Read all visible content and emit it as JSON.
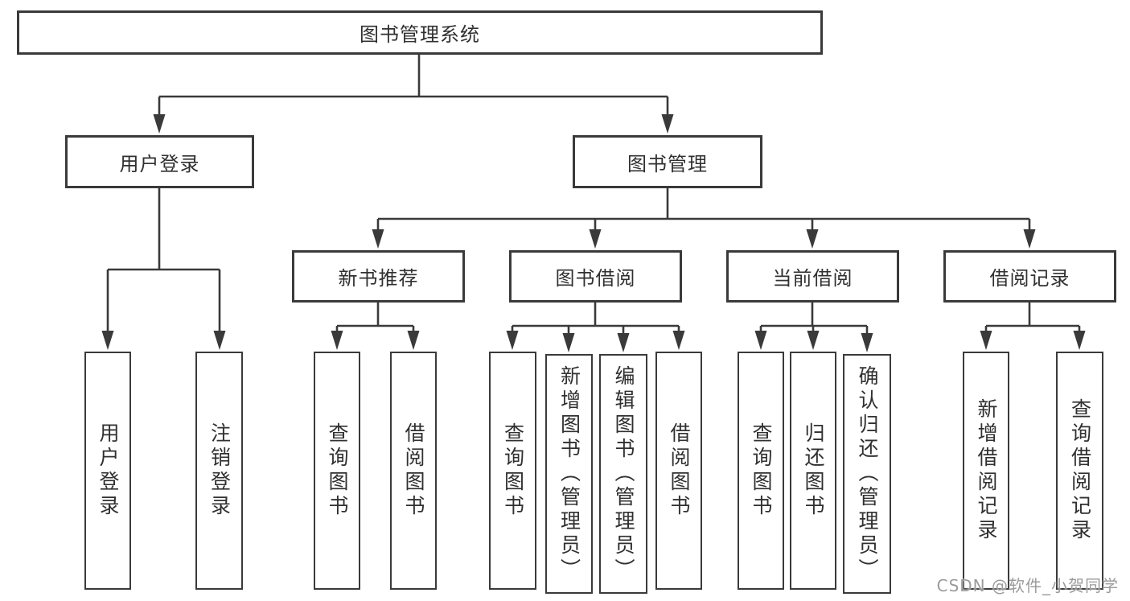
{
  "colors": {
    "line": "#3a3a3a",
    "box_border": "#3a3a3a",
    "box_background": "#ffffff",
    "text": "#303030",
    "watermark": "#9b9b9b",
    "background": "#ffffff"
  },
  "watermark": {
    "text": "CSDN @软件_小贺同学"
  },
  "diagram": {
    "type": "hierarchy-tree",
    "title": "图书管理系统",
    "nodes": [
      {
        "id": "root",
        "label": "图书管理系统",
        "level": 1,
        "parent": null
      },
      {
        "id": "user-login",
        "label": "用户登录",
        "level": 2,
        "parent": "root"
      },
      {
        "id": "book-mgmt",
        "label": "图书管理",
        "level": 2,
        "parent": "root"
      },
      {
        "id": "new-book-rec",
        "label": "新书推荐",
        "level": 3,
        "parent": "book-mgmt"
      },
      {
        "id": "book-borrow",
        "label": "图书借阅",
        "level": 3,
        "parent": "book-mgmt"
      },
      {
        "id": "current-borrow",
        "label": "当前借阅",
        "level": 3,
        "parent": "book-mgmt"
      },
      {
        "id": "borrow-records",
        "label": "借阅记录",
        "level": 3,
        "parent": "book-mgmt"
      },
      {
        "id": "leaf-user-login",
        "label": "用户登录",
        "level": 4,
        "parent": "user-login"
      },
      {
        "id": "leaf-logout",
        "label": "注销登录",
        "level": 4,
        "parent": "user-login"
      },
      {
        "id": "leaf-query-book-1",
        "label": "查询图书",
        "level": 4,
        "parent": "new-book-rec"
      },
      {
        "id": "leaf-borrow-book-1",
        "label": "借阅图书",
        "level": 4,
        "parent": "new-book-rec"
      },
      {
        "id": "leaf-query-book-2",
        "label": "查询图书",
        "level": 4,
        "parent": "book-borrow"
      },
      {
        "id": "leaf-add-book",
        "label": "新增图书（管理员）",
        "level": 4,
        "parent": "book-borrow"
      },
      {
        "id": "leaf-edit-book",
        "label": "编辑图书（管理员）",
        "level": 4,
        "parent": "book-borrow"
      },
      {
        "id": "leaf-borrow-book-2",
        "label": "借阅图书",
        "level": 4,
        "parent": "book-borrow"
      },
      {
        "id": "leaf-query-book-3",
        "label": "查询图书",
        "level": 4,
        "parent": "current-borrow"
      },
      {
        "id": "leaf-return-book",
        "label": "归还图书",
        "level": 4,
        "parent": "current-borrow"
      },
      {
        "id": "leaf-confirm-return",
        "label": "确认归还（管理员）",
        "level": 4,
        "parent": "current-borrow"
      },
      {
        "id": "leaf-add-record",
        "label": "新增借阅记录",
        "level": 4,
        "parent": "borrow-records"
      },
      {
        "id": "leaf-query-record",
        "label": "查询借阅记录",
        "level": 4,
        "parent": "borrow-records"
      }
    ]
  }
}
